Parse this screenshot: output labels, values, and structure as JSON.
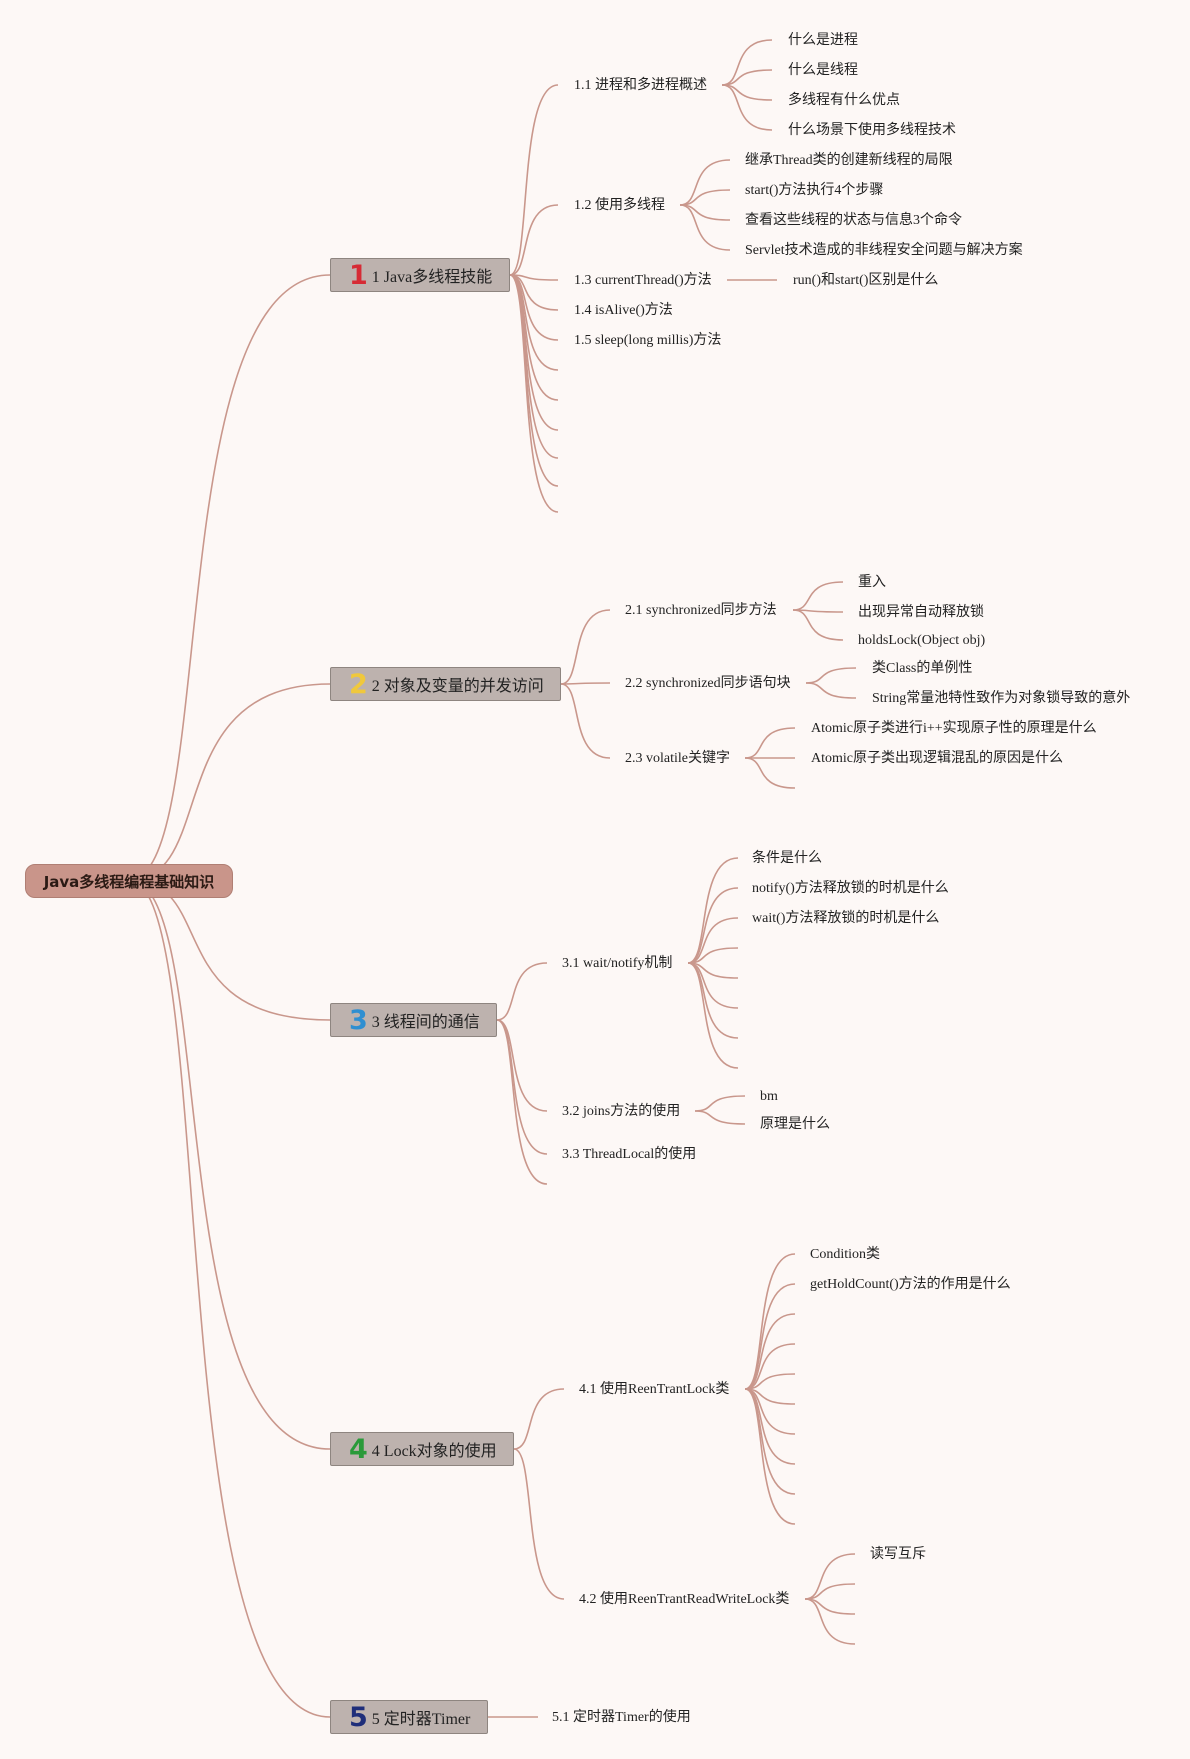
{
  "root": "Java多线程编程基础知识",
  "branches": [
    {
      "num": "1",
      "label": "1 Java多线程技能",
      "color": "#d62b35"
    },
    {
      "num": "2",
      "label": "2 对象及变量的并发访问",
      "color": "#f0c83c"
    },
    {
      "num": "3",
      "label": "3 线程间的通信",
      "color": "#2f8fd1"
    },
    {
      "num": "4",
      "label": "4 Lock对象的使用",
      "color": "#2a9a3a"
    },
    {
      "num": "5",
      "label": "5 定时器Timer",
      "color": "#1f2e7a"
    }
  ],
  "b1": {
    "c1": "1.1 进程和多进程概述",
    "c1_items": [
      "什么是进程",
      "什么是线程",
      "多线程有什么优点",
      "什么场景下使用多线程技术"
    ],
    "c2": "1.2 使用多线程",
    "c2_items": [
      "继承Thread类的创建新线程的局限",
      "start()方法执行4个步骤",
      "查看这些线程的状态与信息3个命令",
      "Servlet技术造成的非线程安全问题与解决方案"
    ],
    "c3": "1.3 currentThread()方法",
    "c3_item": "run()和start()区别是什么",
    "c4": "1.4 isAlive()方法",
    "c5": "1.5 sleep(long millis)方法"
  },
  "b2": {
    "c1": "2.1 synchronized同步方法",
    "c1_items": [
      "重入",
      "出现异常自动释放锁",
      "holdsLock(Object obj)"
    ],
    "c2": "2.2 synchronized同步语句块",
    "c2_items": [
      "类Class的单例性",
      "String常量池特性致作为对象锁导致的意外"
    ],
    "c3": "2.3 volatile关键字",
    "c3_items": [
      "Atomic原子类进行i++实现原子性的原理是什么",
      "Atomic原子类出现逻辑混乱的原因是什么"
    ]
  },
  "b3": {
    "c1": "3.1 wait/notify机制",
    "c1_items": [
      "条件是什么",
      "notify()方法释放锁的时机是什么",
      "wait()方法释放锁的时机是什么"
    ],
    "c2": "3.2 joins方法的使用",
    "c2_items": [
      "bm",
      "原理是什么"
    ],
    "c3": "3.3 ThreadLocal的使用"
  },
  "b4": {
    "c1": "4.1 使用ReenTrantLock类",
    "c1_items": [
      "Condition类",
      "getHoldCount()方法的作用是什么"
    ],
    "c2": "4.2 使用ReenTrantReadWriteLock类",
    "c2_items": [
      "读写互斥"
    ]
  },
  "b5": {
    "c1": "5.1 定时器Timer的使用"
  },
  "colors": {
    "line": "#c9978c",
    "background": "#fdf8f6"
  }
}
